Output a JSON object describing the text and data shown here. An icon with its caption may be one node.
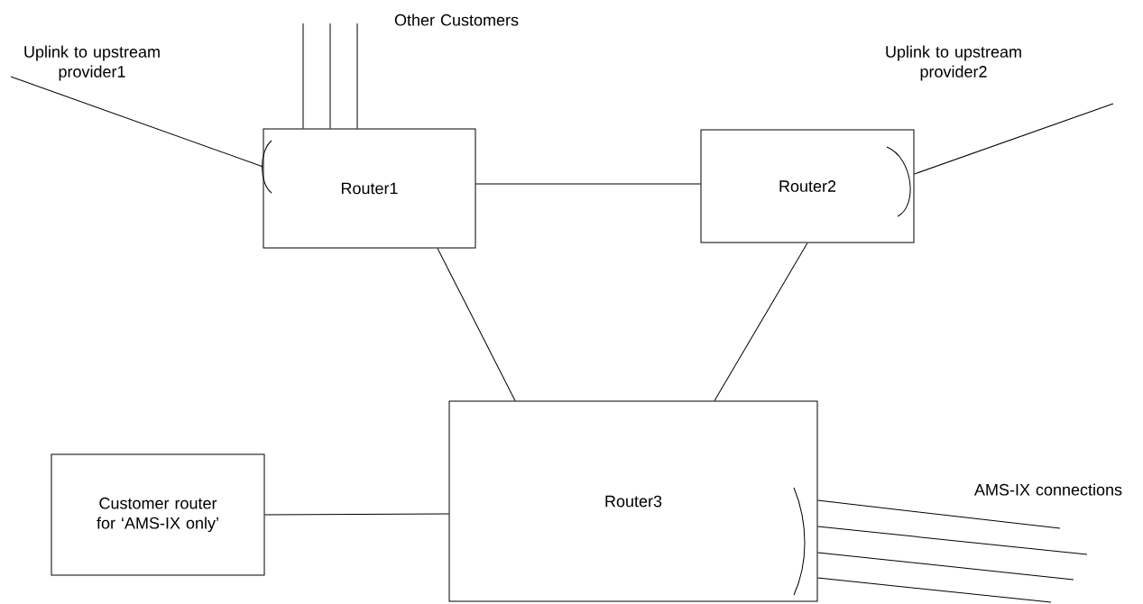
{
  "diagram": {
    "nodes": [
      {
        "text": [
          "Router1"
        ]
      },
      {
        "text": [
          "Router2"
        ]
      },
      {
        "text": [
          "Router3"
        ]
      },
      {
        "text": [
          "Customer router for ‘AMS-IX only’"
        ]
      },
      {
        "text": [
          "Uplink to upstream provider1"
        ]
      }
    ],
    "edges": [
      {
        "from": 0,
        "to": 1,
        "arrow": "none"
      },
      {
        "from": 0,
        "to": 2,
        "arrow": "none"
      },
      {
        "from": 1,
        "to": 2,
        "arrow": "none"
      },
      {
        "from": 3,
        "to": 2,
        "arrow": "none"
      },
      {
        "from": 4,
        "to": 0,
        "arrow": "none"
      },
      {
        "from": null,
        "to": 0,
        "arrow": "none"
      },
      {
        "from": null,
        "to": 0,
        "arrow": "none"
      },
      {
        "from": null,
        "to": 0,
        "arrow": "none"
      },
      {
        "from": null,
        "to": 1,
        "arrow": "none"
      },
      {
        "from": 2,
        "to": null,
        "arrow": "none"
      },
      {
        "from": 2,
        "to": null,
        "arrow": "none"
      },
      {
        "from": 2,
        "to": null,
        "arrow": "none"
      },
      {
        "from": 2,
        "to": null,
        "arrow": "none"
      }
    ],
    "labels": [
      "Other Customers",
      "Uplink to upstream provider2",
      "AMS-IX connections"
    ]
  }
}
